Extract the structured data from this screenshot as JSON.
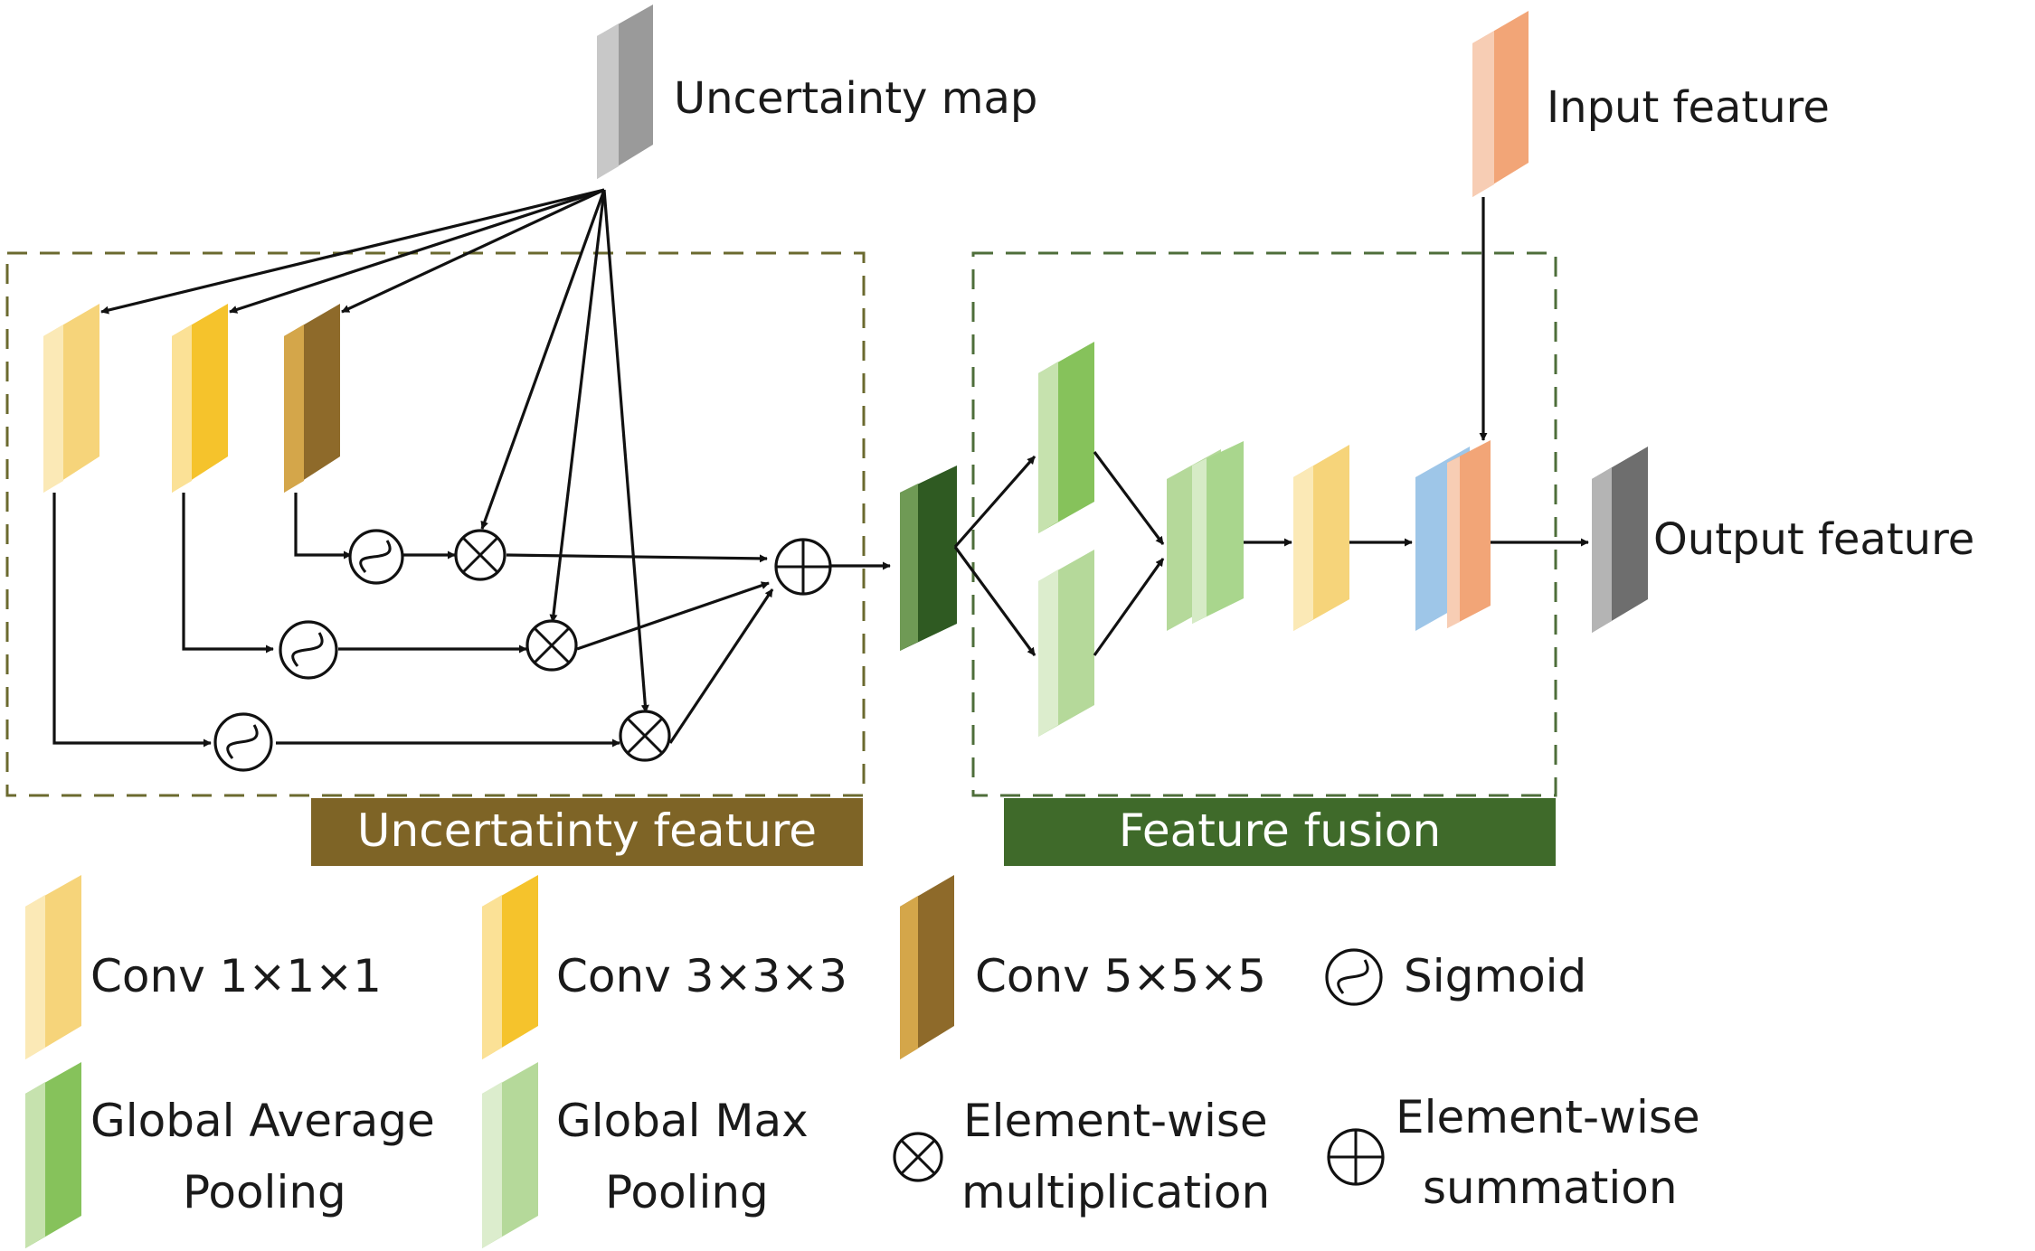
{
  "labels": {
    "uncertainty_map": "Uncertainty map",
    "input_feature": "Input feature",
    "output_feature": "Output feature"
  },
  "sections": {
    "uncertainty_feature": "Uncertatinty feature",
    "feature_fusion": "Feature fusion"
  },
  "legend": {
    "conv1": "Conv 1×1×1",
    "conv3": "Conv 3×3×3",
    "conv5": "Conv 5×5×5",
    "sigmoid": "Sigmoid",
    "gap_line1": "Global Average",
    "gap_line2": "Pooling",
    "gmp_line1": "Global Max",
    "gmp_line2": "Pooling",
    "mul_line1": "Element-wise",
    "mul_line2": "multiplication",
    "sum_line1": "Element-wise",
    "sum_line2": "summation"
  },
  "colors": {
    "conv1": "#f6d47a",
    "conv3": "#f5c32c",
    "conv5": "#8e6a2a",
    "gap": "#86c25b",
    "gmp": "#b5d99a",
    "uncertainty_map": "#9a9a9a",
    "input_feature": "#f2a577",
    "output_feature": "#6e6e6e",
    "concat_blue": "#9ec6e8",
    "dark_green_block": "#2f5a22",
    "uncertainty_tag": "#7e6426",
    "fusion_tag": "#3f6a2a"
  }
}
